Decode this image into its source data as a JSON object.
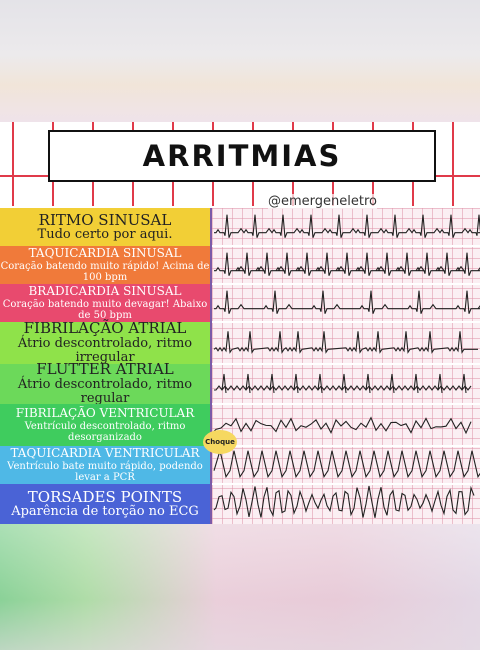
{
  "title": "ARRITMIAS",
  "watermark": "@emergeneletro",
  "shock_badge": "Choque",
  "rhythms": [
    {
      "name": "RITMO SINUSAL",
      "description": "Tudo certo por aqui.",
      "color": "#f2cf36"
    },
    {
      "name": "TAQUICARDIA SINUSAL",
      "description": "Coração batendo muito rápido! Acima de 100 bpm",
      "color": "#f07a3a"
    },
    {
      "name": "BRADICARDIA SINUSAL",
      "description": "Coração batendo muito devagar! Abaixo de 50 bpm",
      "color": "#e84a6e"
    },
    {
      "name": "FIBRILAÇÃO ATRIAL",
      "description": "Átrio descontrolado, ritmo irregular",
      "color": "#8fe24a"
    },
    {
      "name": "FLUTTER ATRIAL",
      "description": "Átrio descontrolado, ritmo regular",
      "color": "#6cd95a"
    },
    {
      "name": "FIBRILAÇÃO VENTRICULAR",
      "description": "Ventrículo descontrolado, ritmo desorganizado",
      "color": "#3fcc5e"
    },
    {
      "name": "TAQUICARDIA VENTRICULAR",
      "description": "Ventrículo bate muito rápido, podendo levar a PCR",
      "color": "#4fb8e6"
    },
    {
      "name": "TORSADES POINTS",
      "description": "Aparência de torção no ECG",
      "color": "#4a63d6"
    }
  ]
}
